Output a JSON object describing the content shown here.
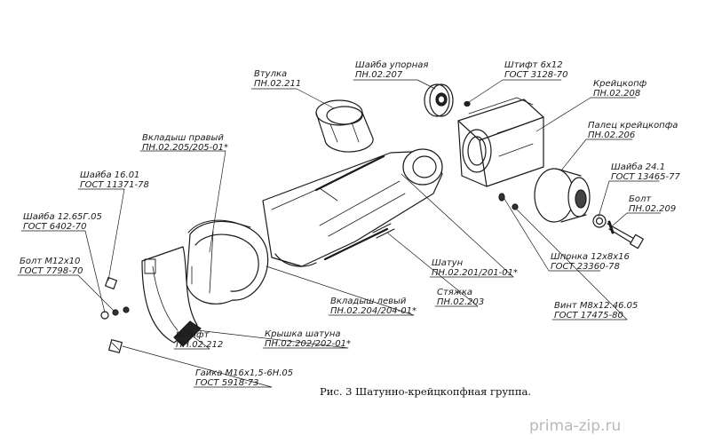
{
  "labels": {
    "vtulka": {
      "name": "Втулка",
      "code": "ПН.02.211"
    },
    "shaiba_upornaya": {
      "name": "Шайба упорная",
      "code": "ПН.02.207"
    },
    "shtift_6x12": {
      "name": "Штифт 6х12",
      "code": "ГОСТ 3128-70"
    },
    "kreitskopf": {
      "name": "Крейцкопф",
      "code": "ПН.02.208"
    },
    "palets": {
      "name": "Палец крейцкопфа",
      "code": "ПН.02.206"
    },
    "vkladysh_pravyi": {
      "name": "Вкладыш правый",
      "code": "ПН.02.205/205-01*"
    },
    "shaiba_16": {
      "name": "Шайба 16.01",
      "code": "ГОСТ 11371-78"
    },
    "shaiba_24": {
      "name": "Шайба 24.1",
      "code": "ГОСТ 13465-77"
    },
    "bolt_right": {
      "name": "Болт",
      "code": "ПН.02.209"
    },
    "shaiba_12": {
      "name": "Шайба 12.65Г.05",
      "code": "ГОСТ 6402-70"
    },
    "bolt_m12": {
      "name": "Болт М12х10",
      "code": "ГОСТ 7798-70"
    },
    "shponka": {
      "name": "Шпонка 12х8х16",
      "code": "ГОСТ 23360-78"
    },
    "shatun": {
      "name": "Шатун",
      "code": "ПН.02.201/201-01*"
    },
    "styazhka": {
      "name": "Стяжка",
      "code": "ПН.02.203"
    },
    "vkladysh_levyi": {
      "name": "Вкладыш левый",
      "code": "ПН.02.204/204-01*"
    },
    "vint": {
      "name": "Винт М8х12.46.05",
      "code": "ГОСТ 17475-80"
    },
    "kryshka": {
      "name": "Крышка шатуна",
      "code": "ПН.02.202/202-01*"
    },
    "shtift_bottom": {
      "name": "Штифт",
      "code": "ПН.02.212"
    },
    "gaika": {
      "name": "Гайка М16х1,5-6Н.05",
      "code": "ГОСТ 5918-73"
    }
  },
  "caption": "Рис. 3 Шатунно-крейцкопфная группа.",
  "watermark": "prima-zip.ru",
  "colors": {
    "line": "#1a1a1a",
    "watermark": "#b9b9b9",
    "background": "#ffffff"
  }
}
